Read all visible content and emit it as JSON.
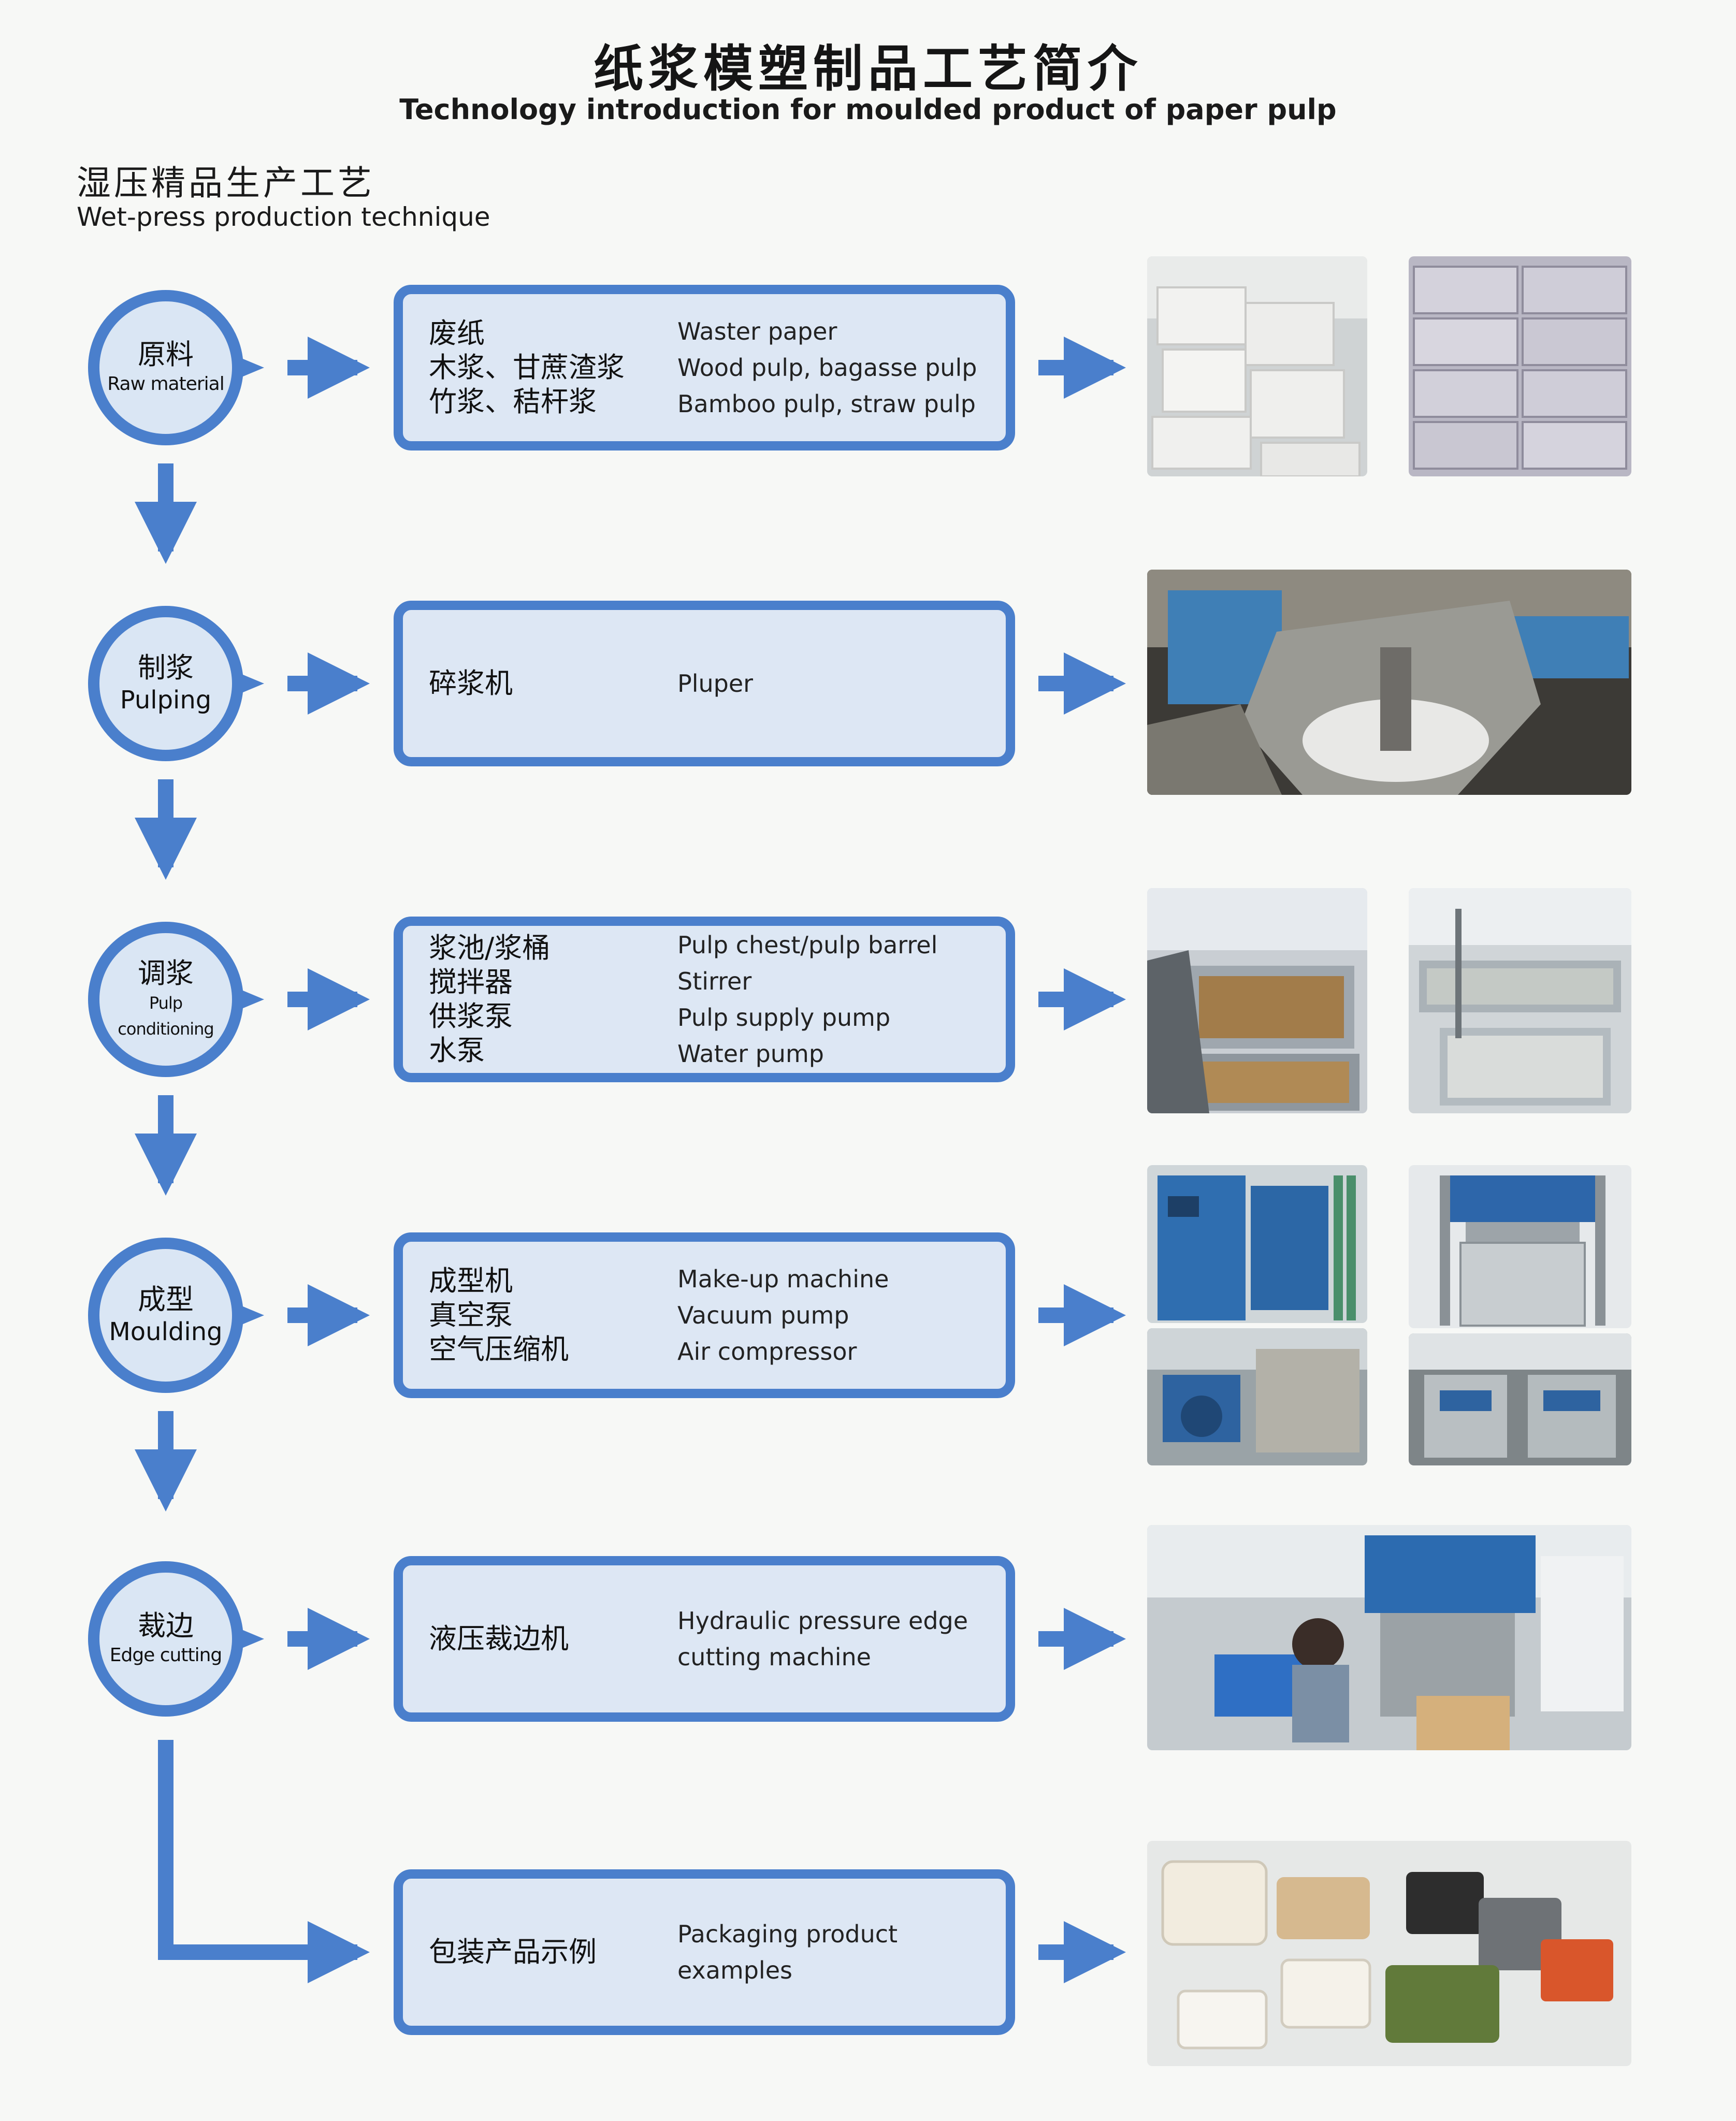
{
  "header": {
    "title_cn": "纸浆模塑制品工艺简介",
    "title_en": "Technology introduction for moulded product of paper pulp"
  },
  "section": {
    "title_cn": "湿压精品生产工艺",
    "title_en": "Wet-press production technique"
  },
  "stages": [
    {
      "cn": "原料",
      "en": "Raw material",
      "items": [
        {
          "cn": "废纸",
          "en": "Waster paper"
        },
        {
          "cn": "木浆、甘蔗渣浆",
          "en": "Wood pulp, bagasse pulp"
        },
        {
          "cn": "竹浆、秸杆浆",
          "en": "Bamboo pulp, straw pulp"
        }
      ]
    },
    {
      "cn": "制浆",
      "en": "Pulping",
      "items": [
        {
          "cn": "碎浆机",
          "en": "Pluper"
        }
      ]
    },
    {
      "cn": "调浆",
      "en": "Pulp conditioning",
      "items": [
        {
          "cn": "浆池/浆桶",
          "en": "Pulp chest/pulp barrel"
        },
        {
          "cn": "搅拌器",
          "en": "Stirrer"
        },
        {
          "cn": "供浆泵",
          "en": "Pulp supply pump"
        },
        {
          "cn": "水泵",
          "en": "Water pump"
        }
      ]
    },
    {
      "cn": "成型",
      "en": "Moulding",
      "items": [
        {
          "cn": "成型机",
          "en": "Make-up machine"
        },
        {
          "cn": "真空泵",
          "en": "Vacuum pump"
        },
        {
          "cn": "空气压缩机",
          "en": "Air compressor"
        }
      ]
    },
    {
      "cn": "裁边",
      "en": "Edge cutting",
      "items": [
        {
          "cn": "液压裁边机",
          "en": "Hydraulic pressure edge cutting machine"
        }
      ]
    }
  ],
  "final": {
    "cn": "包装产品示例",
    "en": "Packaging product examples"
  },
  "colors": {
    "accent": "#4a7fcc",
    "box_fill": "#dde7f4",
    "circle_fill": "#dae6f4",
    "background": "#f7f8f6"
  }
}
